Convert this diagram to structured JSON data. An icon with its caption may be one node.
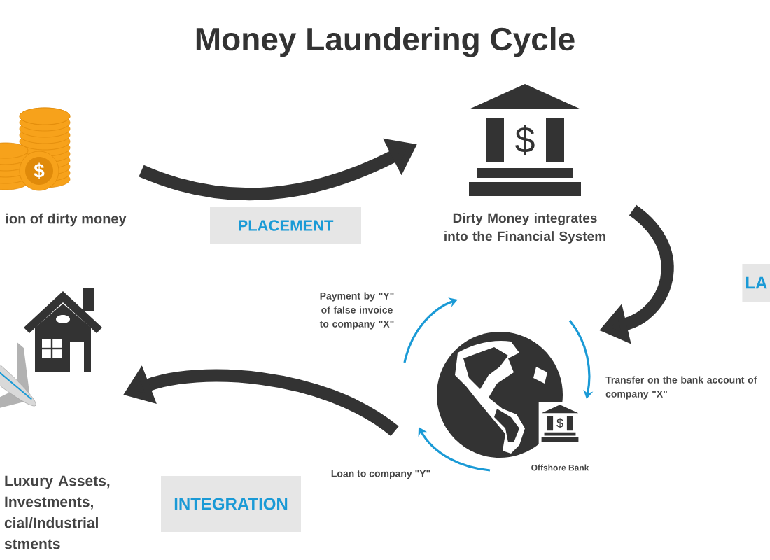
{
  "diagram": {
    "title": "Money Laundering Cycle",
    "nodes": [
      {
        "text": [
          "ion of dirty money"
        ]
      },
      {
        "text": [
          "PLACEMENT"
        ]
      },
      {
        "text": [
          "Dirty Money integrates into the Financial System"
        ]
      },
      {
        "text": [
          "LA"
        ]
      },
      {
        "text": [],
        "shape": "picture"
      },
      {
        "text": [
          "Offshore Bank"
        ],
        "in": 4
      },
      {
        "text": [
          "Luxury Assets, Investments, cial/Industrial stments"
        ]
      },
      {
        "text": [
          "INTEGRATION"
        ]
      }
    ],
    "edges": [
      {
        "from": 0,
        "to": 2,
        "arrow": "to"
      },
      {
        "from": 2,
        "to": 4,
        "arrow": "to"
      },
      {
        "from": 4,
        "to": 6,
        "arrow": "to"
      }
    ],
    "labels": [
      "$",
      "$",
      "$",
      "Payment by \"Y\" of false invoice to company \"X\"",
      "Transfer on the bank account of company \"X\"",
      "Loan to company \"Y\""
    ]
  }
}
